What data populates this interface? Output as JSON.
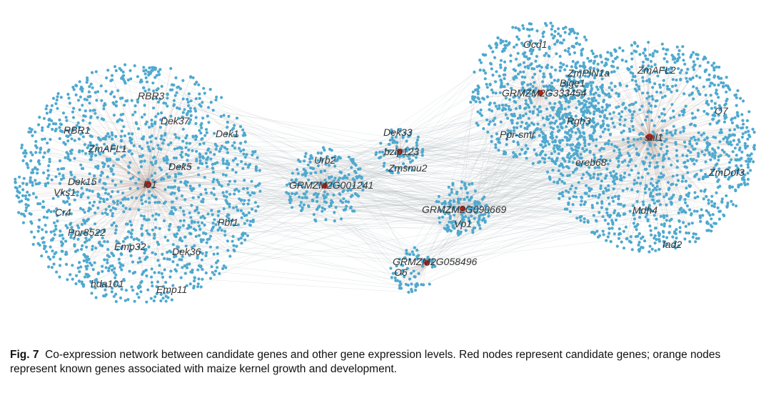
{
  "colors": {
    "background_node": "#4fa9cf",
    "candidate_node": "#b0261d",
    "edge": "#a9b4b8",
    "hub_edge": "#b49a8c"
  },
  "clusters": [
    {
      "id": "lo1",
      "hub": "lo1",
      "labels": [
        "RBR3",
        "Dek37",
        "Dek1",
        "RBR1",
        "ZmAFL1",
        "Dek5",
        "Dek15",
        "lo1",
        "Vks1",
        "Cr4",
        "Pbf1",
        "Ppr8522",
        "Emp32",
        "Dek36",
        "hda101",
        "Emp11"
      ]
    },
    {
      "id": "GRMZM2G001241",
      "hub": "GRMZM2G001241",
      "labels": [
        "Urb2",
        "GRMZM2G001241"
      ]
    },
    {
      "id": "bzip123",
      "hub": "bzip123",
      "labels": [
        "Dek33",
        "bzip123",
        "Zmsmu2"
      ]
    },
    {
      "id": "GRMZM2G090669",
      "hub": "GRMZM2G090669",
      "labels": [
        "GRMZM2G090669",
        "Vp1"
      ]
    },
    {
      "id": "GRMZM2G058496",
      "hub": "GRMZM2G058496",
      "labels": [
        "GRMZM2G058496",
        "O6"
      ]
    },
    {
      "id": "GRMZM2G333454",
      "hub": "GRMZM2G333454",
      "labels": [
        "Ocd1",
        "ZmPIN1a",
        "Bige1",
        "GRMZM2G333454",
        "Ppr-smr"
      ]
    },
    {
      "id": "sal1",
      "hub": "sal1",
      "labels": [
        "ZmAFL2",
        "O7",
        "Rgh3",
        "sal1",
        "ereb68",
        "ZmDof3",
        "Mdh4",
        "fad2"
      ]
    }
  ],
  "caption": {
    "fig_label": "Fig. 7",
    "text": "Co-expression network between candidate genes and other gene expression levels.  Red nodes represent candidate genes; orange nodes represent known genes associated with maize kernel growth and development."
  }
}
